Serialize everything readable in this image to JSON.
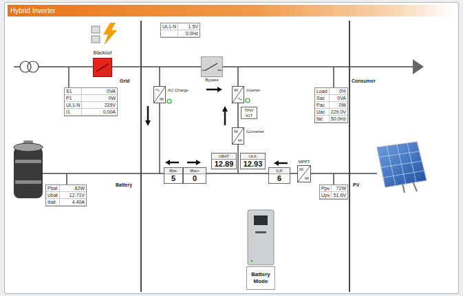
{
  "diagram": {
    "title": "Hybrid Inverter",
    "nodes": [
      {
        "text": [
          "Blackout"
        ]
      },
      {
        "text": [
          "S1",
          "0VA",
          "P1",
          "0W",
          "UL1-N",
          "229V",
          "I1",
          "0.00A"
        ]
      },
      {
        "text": [
          "UL1-N",
          "1.5V",
          "0.0Hz"
        ]
      },
      {
        "text": [
          "AC Charge"
        ]
      },
      {
        "text": [
          "Bypass"
        ]
      },
      {
        "text": [
          "Inverter"
        ]
      },
      {
        "text": [
          "TINV",
          "41T"
        ]
      },
      {
        "text": [
          "Converter"
        ]
      },
      {
        "text": [
          "IBat-",
          "5"
        ]
      },
      {
        "text": [
          "IBat+",
          "0"
        ]
      },
      {
        "text": [
          "UBAT",
          "12.89"
        ]
      },
      {
        "text": [
          "ULK",
          "12.93"
        ]
      },
      {
        "text": [
          "ILR",
          "6"
        ]
      },
      {
        "text": [
          "MPPT"
        ]
      },
      {
        "text": [
          "Load",
          "0%",
          "Sac",
          "0VA",
          "Pac",
          "0W",
          "Uac",
          "229.0V",
          "fac",
          "50.0Hz"
        ]
      },
      {
        "text": [
          "Pbat",
          "82W",
          "Ubat",
          "12.71V",
          "Ibat",
          "4.40A"
        ]
      },
      {
        "text": [
          "Ppv",
          "72W",
          "Upv",
          "51.6V"
        ]
      },
      {
        "text": [
          "Battery Mode"
        ]
      }
    ],
    "edges": [
      {
        "from": 7,
        "to": 5,
        "arrow": "none"
      },
      {
        "from": 13,
        "to": 12,
        "arrow": "none"
      }
    ],
    "labels": [
      "Grid",
      "Battery",
      "Consumer",
      "PV"
    ]
  }
}
